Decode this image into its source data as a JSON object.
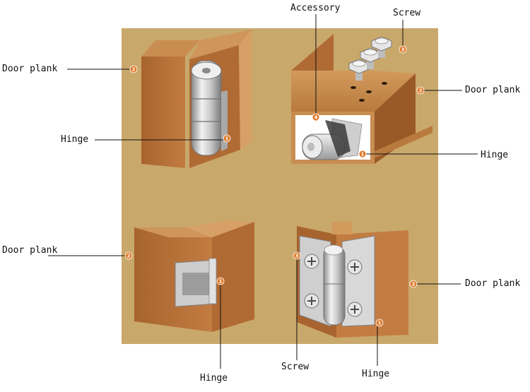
{
  "figure": {
    "labels": {
      "door_plank_tl": "Door plank",
      "hinge_tl": "Hinge",
      "accessory": "Accessory",
      "screw_top": "Screw",
      "door_plank_tr": "Door plank",
      "hinge_tr": "Hinge",
      "door_plank_bl": "Door plank",
      "hinge_bl": "Hinge",
      "screw_bottom": "Screw",
      "hinge_br": "Hinge",
      "door_plank_br": "Door plank"
    },
    "badges": {
      "hinge": "1",
      "door_plank": "2",
      "screw": "3",
      "accessory": "4"
    },
    "colors": {
      "background_panel": "#C9A86B",
      "plank_face": "#B8733A",
      "plank_side": "#9A5A28",
      "plank_edge": "#D6A46A",
      "metal_light": "#E8E8E8",
      "metal_mid": "#B4B4B4",
      "metal_dark": "#7C7C7C",
      "badge": "#E07A2A",
      "leader_line": "#111111"
    }
  }
}
